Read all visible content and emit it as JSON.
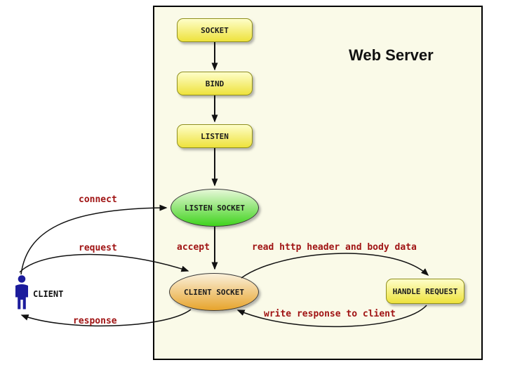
{
  "diagram": {
    "title": "Web Server",
    "nodes": {
      "socket": {
        "label": "SOCKET",
        "shape": "rounded-box",
        "fill": "yellow"
      },
      "bind": {
        "label": "BIND",
        "shape": "rounded-box",
        "fill": "yellow"
      },
      "listen": {
        "label": "LISTEN",
        "shape": "rounded-box",
        "fill": "yellow"
      },
      "listen_socket": {
        "label": "LISTEN SOCKET",
        "shape": "ellipse",
        "fill": "green"
      },
      "client_socket": {
        "label": "CLIENT SOCKET",
        "shape": "ellipse",
        "fill": "orange"
      },
      "handle_request": {
        "label": "HANDLE REQUEST",
        "shape": "rounded-box",
        "fill": "yellow"
      }
    },
    "actor": {
      "label": "CLIENT",
      "icon": "person-icon"
    },
    "edges": [
      {
        "from": "socket",
        "to": "bind",
        "label": ""
      },
      {
        "from": "bind",
        "to": "listen",
        "label": ""
      },
      {
        "from": "listen",
        "to": "listen_socket",
        "label": ""
      },
      {
        "from": "listen_socket",
        "to": "client_socket",
        "label": "accept"
      },
      {
        "from": "client",
        "to": "listen_socket",
        "label": "connect"
      },
      {
        "from": "client",
        "to": "client_socket",
        "label": "request"
      },
      {
        "from": "client_socket",
        "to": "client",
        "label": "response"
      },
      {
        "from": "client_socket",
        "to": "handle_request",
        "label": "read http header and body data"
      },
      {
        "from": "handle_request",
        "to": "client_socket",
        "label": "write response to client"
      }
    ],
    "edge_labels": {
      "connect": "connect",
      "request": "request",
      "response": "response",
      "accept": "accept",
      "read": "read http header and body data",
      "write": "write response to client"
    },
    "colors": {
      "server_background": "#fafae8",
      "server_border": "#000000",
      "box_fill_top": "#fefec9",
      "box_fill_bottom": "#eee23c",
      "box_border": "#8f8f1f",
      "listen_socket_fill_top": "#e6f8d7",
      "listen_socket_fill_bottom": "#3fd31d",
      "client_socket_fill_top": "#faf0da",
      "client_socket_fill_bottom": "#e7a42c",
      "ellipse_border": "#3a3a3a",
      "edge_label_text": "#a01414",
      "node_label_text": "#1c1c1c",
      "actor_figure": "#1c1c9c",
      "arrow_stroke": "#111111"
    }
  }
}
